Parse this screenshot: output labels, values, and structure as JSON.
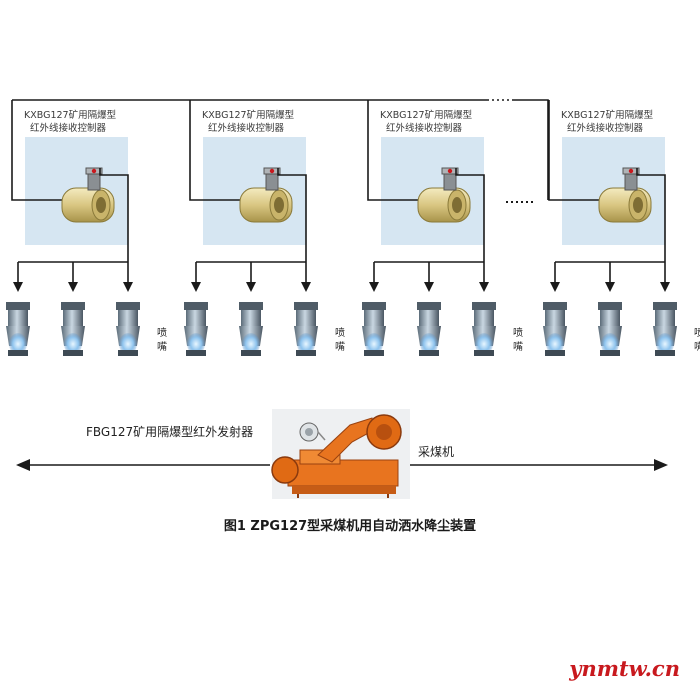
{
  "controllers": [
    {
      "line1": "KXBG127矿用隔爆型",
      "line2": "红外线接收控制器",
      "nozzle_label": [
        "喷",
        "嘴"
      ]
    },
    {
      "line1": "KXBG127矿用隔爆型",
      "line2": "红外线接收控制器",
      "nozzle_label": [
        "喷",
        "嘴"
      ]
    },
    {
      "line1": "KXBG127矿用隔爆型",
      "line2": "红外线接收控制器",
      "nozzle_label": [
        "喷",
        "嘴"
      ]
    },
    {
      "line1": "KXBG127矿用隔爆型",
      "line2": "红外线接收控制器",
      "nozzle_label": [
        "喷",
        "嘴"
      ]
    }
  ],
  "emitter_label": "FBG127矿用隔爆型红外发射器",
  "machine_label": "采煤机",
  "caption": "图1 ZPG127型采煤机用自动洒水降尘装置",
  "watermark": "ynmtw.cn",
  "colors": {
    "panel": "#d6e6f2",
    "wire": "#1a1a1a",
    "valve_body": "#e3d39a",
    "nozzle_glow": "#8fc4ee",
    "machine": "#e8741f",
    "watermark": "#c8191e"
  }
}
